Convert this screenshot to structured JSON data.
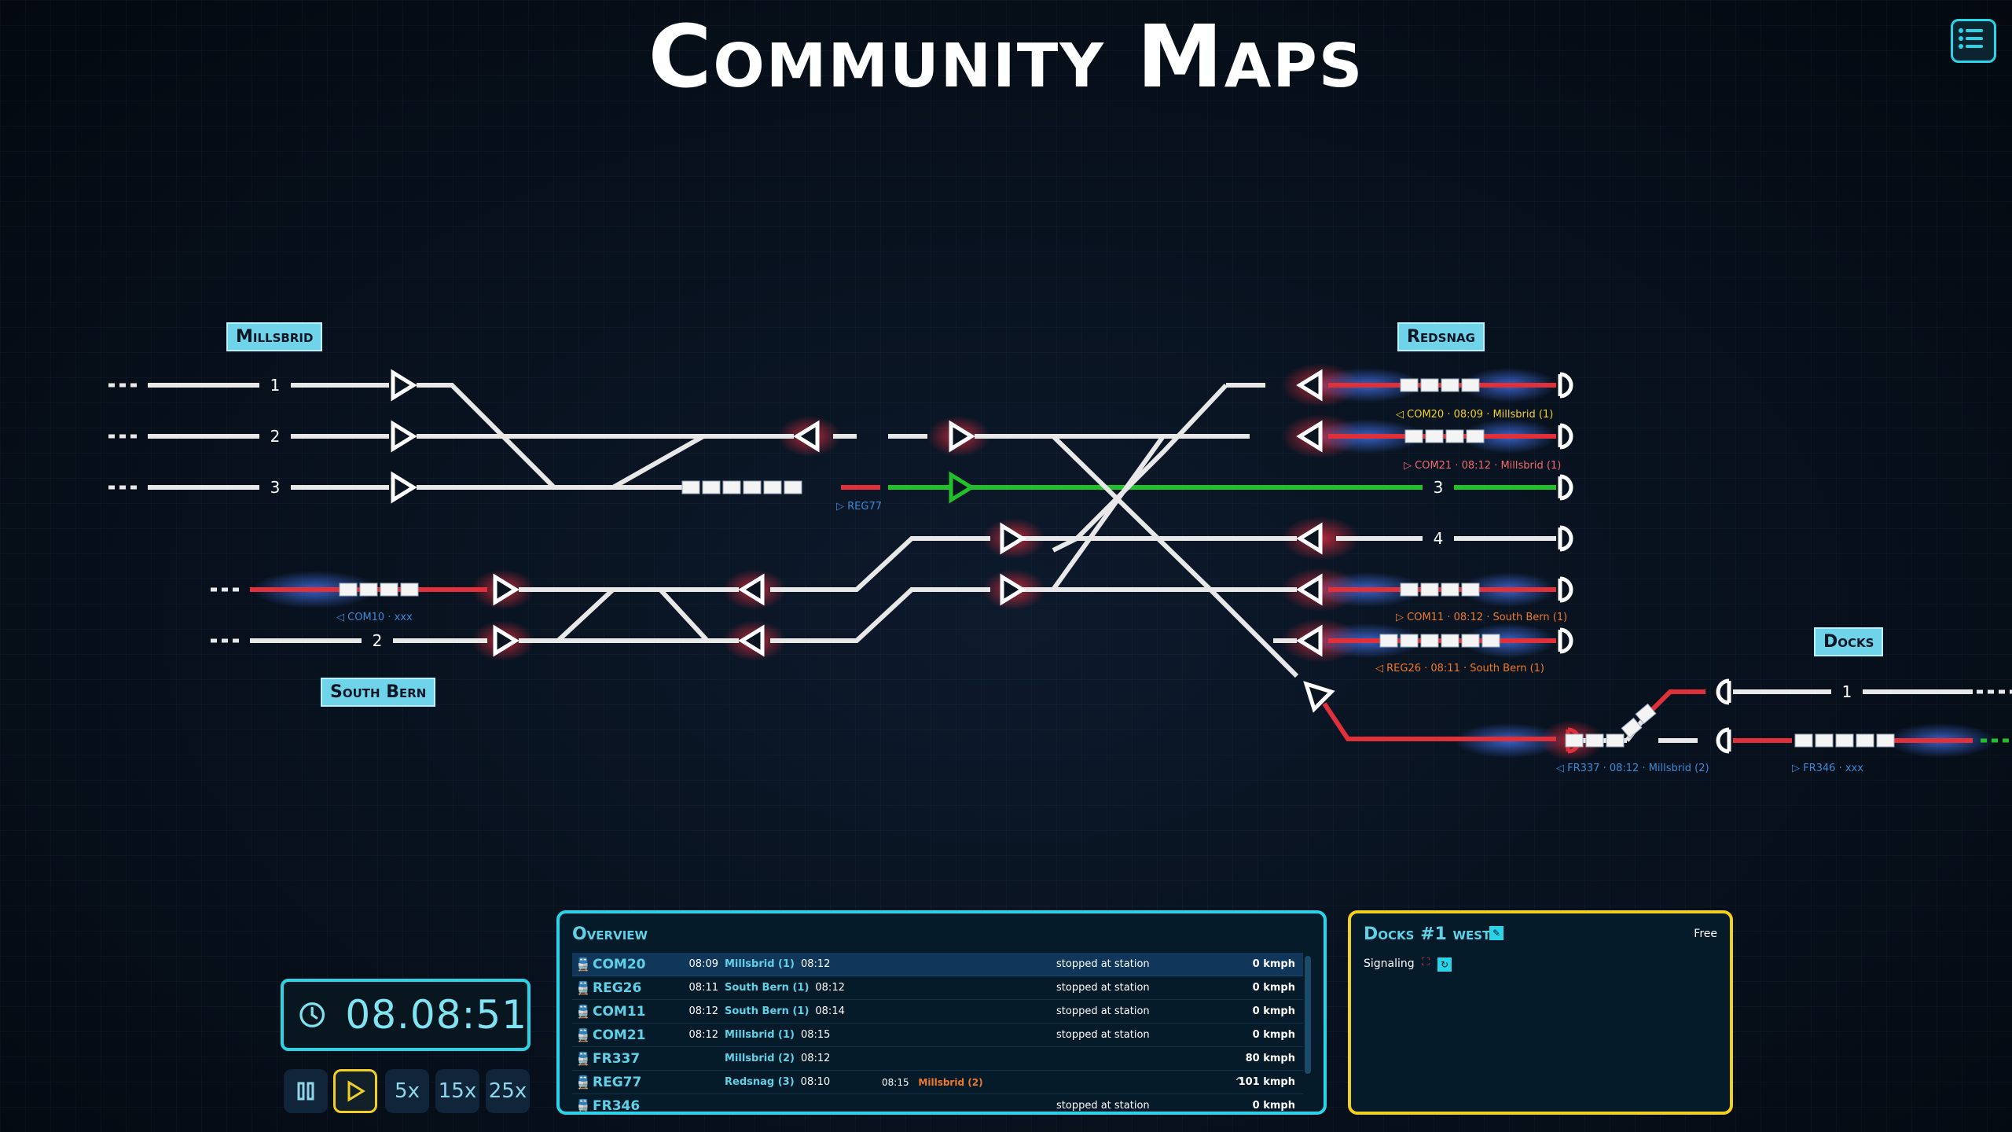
{
  "title": "Community Maps",
  "stations": {
    "millsbrid": "Millsbrid",
    "redsnag": "Redsnag",
    "south_bern": "South Bern",
    "docks": "Docks"
  },
  "track_numbers": {
    "millsbrid": [
      "1",
      "2",
      "3"
    ],
    "redsnag": [
      "3",
      "4"
    ],
    "south_bern": [
      "2"
    ],
    "docks": [
      "1"
    ]
  },
  "train_labels": {
    "com20": "◁ COM20 · 08:09 · Millsbrid (1)",
    "com21": "▷ COM21 · 08:12 · Millsbrid (1)",
    "com11": "▷ COM11 · 08:12 · South Bern (1)",
    "reg26": "◁ REG26 · 08:11 · South Bern (1)",
    "com10": "◁ COM10 · xxx",
    "reg77": "▷ REG77",
    "fr337": "◁ FR337 · 08:12 · Millsbrid (2)",
    "fr346": "▷ FR346 · xxx"
  },
  "clock": {
    "time": "08.08:51",
    "icon": "clock-icon"
  },
  "speed_controls": {
    "pause": "||",
    "play": "▷",
    "x5": "5x",
    "x15": "15x",
    "x25": "25x"
  },
  "overview": {
    "title": "Overview",
    "rows": [
      {
        "id": "COM20",
        "arr": "08:09",
        "station": "Millsbrid (1)",
        "dep": "08:12",
        "next_time": "",
        "next_station": "",
        "status": "stopped at station",
        "speed": "0 kmph",
        "selected": true
      },
      {
        "id": "REG26",
        "arr": "08:11",
        "station": "South Bern (1)",
        "dep": "08:12",
        "next_time": "",
        "next_station": "",
        "status": "stopped at station",
        "speed": "0 kmph"
      },
      {
        "id": "COM11",
        "arr": "08:12",
        "station": "South Bern (1)",
        "dep": "08:14",
        "next_time": "",
        "next_station": "",
        "status": "stopped at station",
        "speed": "0 kmph"
      },
      {
        "id": "COM21",
        "arr": "08:12",
        "station": "Millsbrid (1)",
        "dep": "08:15",
        "next_time": "",
        "next_station": "",
        "status": "stopped at station",
        "speed": "0 kmph"
      },
      {
        "id": "FR337",
        "arr": "",
        "station": "Millsbrid (2)",
        "dep": "08:12",
        "next_time": "",
        "next_station": "",
        "status": "",
        "speed": "80 kmph"
      },
      {
        "id": "REG77",
        "arr": "",
        "station": "Redsnag (3)",
        "dep": "08:10",
        "next_time": "08:15",
        "next_station": "Millsbrid (2)",
        "status": "^",
        "speed": "101 kmph"
      },
      {
        "id": "FR346",
        "arr": "",
        "station": "",
        "dep": "",
        "next_time": "",
        "next_station": "",
        "status": "stopped at station",
        "speed": "0 kmph"
      }
    ]
  },
  "detail": {
    "title": "Docks #1 west",
    "state": "Free",
    "signaling_label": "Signaling"
  },
  "colors": {
    "accent": "#2ad4e8",
    "selected_panel": "#f2d023",
    "occupied_track": "#e0303a",
    "clear_track": "#22c02a",
    "track": "#e8e8e8"
  }
}
